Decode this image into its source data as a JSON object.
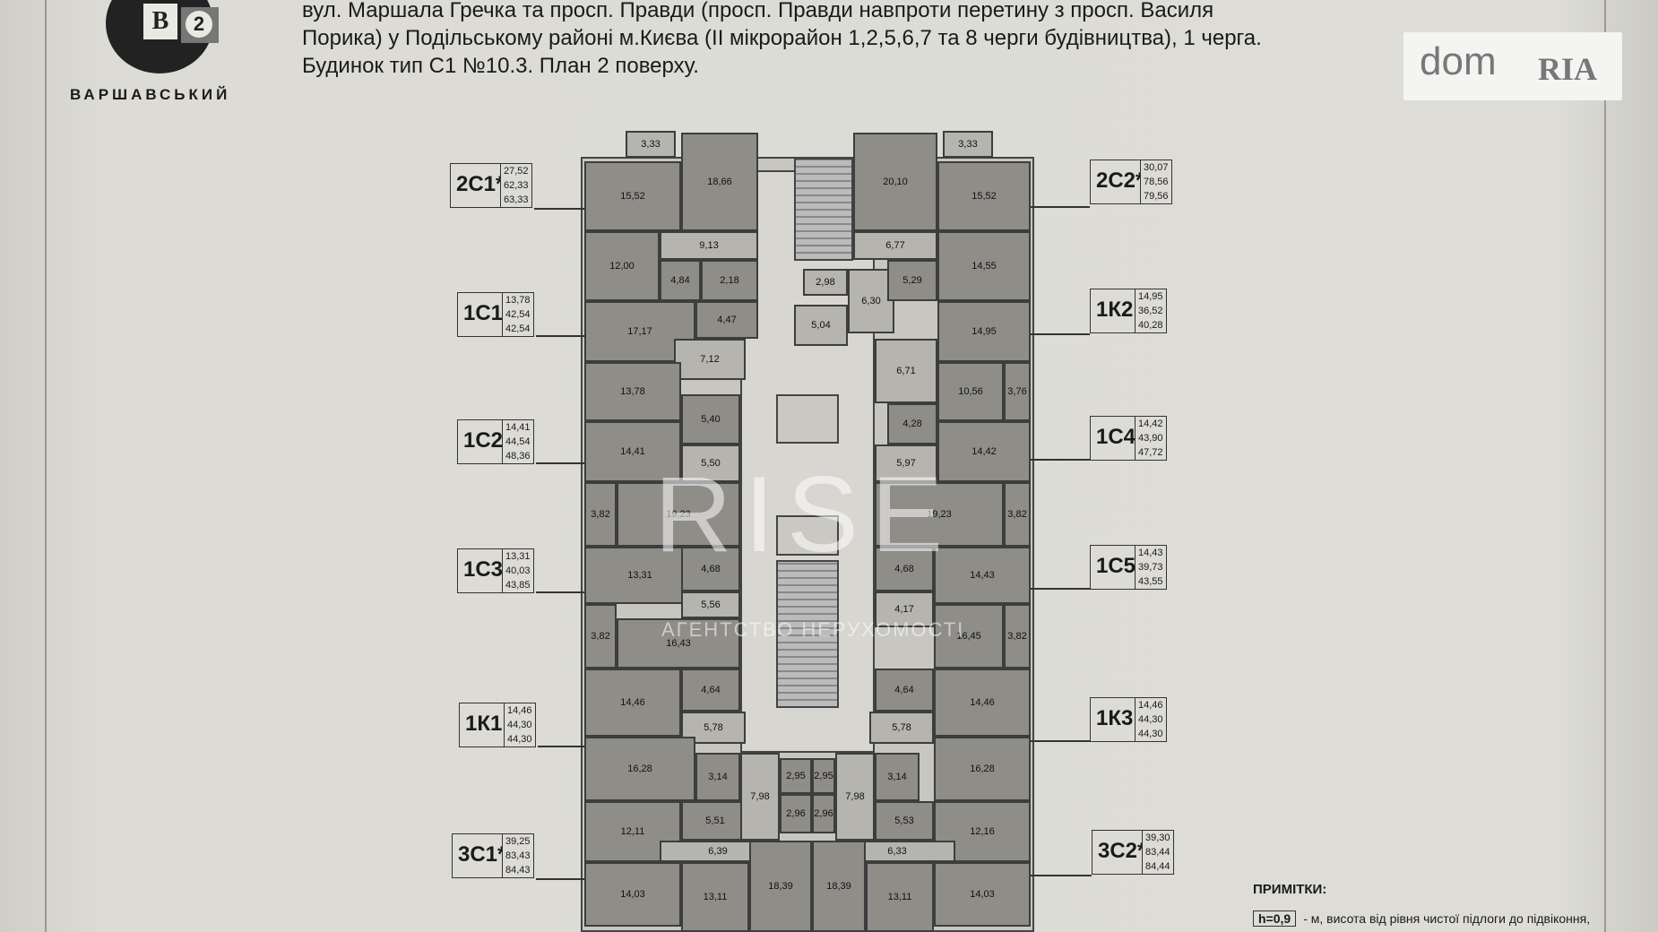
{
  "logo": {
    "letter_b": "В",
    "digit": "2",
    "brand": "ВАРШАВСЬКИЙ"
  },
  "header": {
    "line1": "вул. Маршала Гречка та просп. Правди (просп. Правди навпроти перетину  з просп. Василя",
    "line2": "Порика) у Подільському районі м.Києва (II мікрорайон 1,2,5,6,7 та 8 черги будівництва), 1 черга.",
    "line3": "Будинок тип С1  №10.3.   План 2 поверху."
  },
  "domria": {
    "left": "dom",
    "right": "RIA"
  },
  "watermark": {
    "brand": "RISE",
    "subtitle": "АГЕНТСТВО НЕРУХОМОСТІ"
  },
  "apartments_left": [
    {
      "name": "2С1*",
      "areas": [
        "27,52",
        "62,33",
        "63,33"
      ]
    },
    {
      "name": "1С1",
      "areas": [
        "13,78",
        "42,54",
        "42,54"
      ]
    },
    {
      "name": "1С2",
      "areas": [
        "14,41",
        "44,54",
        "48,36"
      ]
    },
    {
      "name": "1С3",
      "areas": [
        "13,31",
        "40,03",
        "43,85"
      ]
    },
    {
      "name": "1К1",
      "areas": [
        "14,46",
        "44,30",
        "44,30"
      ]
    },
    {
      "name": "3С1*",
      "areas": [
        "39,25",
        "83,43",
        "84,43"
      ]
    }
  ],
  "apartments_right": [
    {
      "name": "2С2*",
      "areas": [
        "30,07",
        "78,56",
        "79,56"
      ]
    },
    {
      "name": "1К2",
      "areas": [
        "14,95",
        "36,52",
        "40,28"
      ]
    },
    {
      "name": "1С4",
      "areas": [
        "14,42",
        "43,90",
        "47,72"
      ]
    },
    {
      "name": "1С5",
      "areas": [
        "14,43",
        "39,73",
        "43,55"
      ]
    },
    {
      "name": "1К3",
      "areas": [
        "14,46",
        "44,30",
        "44,30"
      ]
    },
    {
      "name": "3С2*",
      "areas": [
        "39,30",
        "83,44",
        "84,44"
      ]
    }
  ],
  "rooms": {
    "l_balcony": "3,33",
    "r_balcony": "3,33",
    "l1": "15,52",
    "l2": "18,66",
    "l3": "12,00",
    "l4": "9,13",
    "l5": "4,84",
    "l6": "2,18",
    "l7": "17,17",
    "l8": "4,47",
    "l9": "7,12",
    "l10": "13,78",
    "l11": "5,40",
    "l12": "14,41",
    "l13": "5,50",
    "l14": "3,82",
    "l15": "19,23",
    "l16": "13,31",
    "l17": "4,68",
    "l18": "5,56",
    "l19": "3,82",
    "l20": "16,43",
    "l21": "14,46",
    "l22": "4,64",
    "l23": "5,78",
    "l24": "16,28",
    "l25": "3,14",
    "l26": "12,11",
    "l27": "5,51",
    "l28": "6,39",
    "l29": "14,03",
    "l30": "13,11",
    "l31": "18,39",
    "l32": "7,98",
    "l33": "2,95",
    "l34": "2,96",
    "r1": "20,10",
    "r2": "15,52",
    "r3": "6,77",
    "r4": "14,55",
    "r5": "5,29",
    "r6": "14,95",
    "r7": "6,71",
    "r8": "10,56",
    "r9": "3,76",
    "r10": "4,28",
    "r11": "14,42",
    "r12": "5,97",
    "r13": "19,23",
    "r14": "3,82",
    "r15": "4,68",
    "r16": "14,43",
    "r17": "4,17",
    "r18": "16,45",
    "r19": "3,82",
    "r20": "4,64",
    "r21": "14,46",
    "r22": "5,78",
    "r23": "16,28",
    "r24": "3,14",
    "r25": "5,53",
    "r26": "12,16",
    "r27": "6,33",
    "r28": "14,03",
    "r29": "13,11",
    "r30": "18,39",
    "r31": "7,98",
    "r32": "2,95",
    "r33": "2,96",
    "c1": "2,98",
    "c2": "6,30",
    "c3": "5,04"
  },
  "notes": {
    "title": "ПРИМІТКИ:",
    "h_label": "h=0,9",
    "h_text": "- м, висота від рівня чистої підлоги до підвіконня,"
  }
}
